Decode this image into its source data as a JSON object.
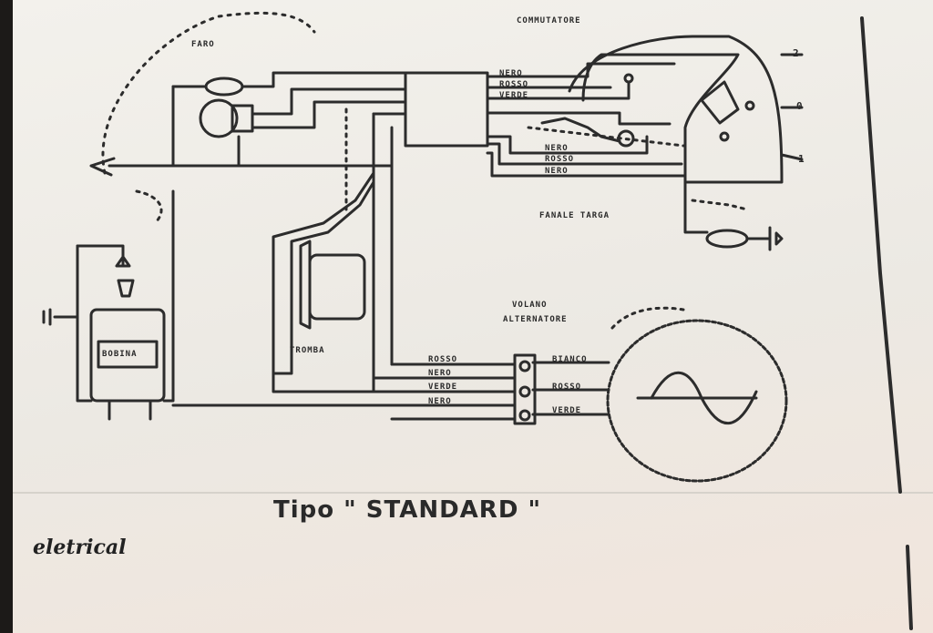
{
  "labels": {
    "faro": "FARO",
    "commutatore": "COMMUTATORE",
    "fanale_targa": "FANALE TARGA",
    "volano_alternatore_1": "VOLANO",
    "volano_alternatore_2": "ALTERNATORE",
    "bobina": "BOBINA",
    "tromba": "TROMBA",
    "terminal_2": "2",
    "terminal_0": "0",
    "terminal_1": "1"
  },
  "wire_colors": {
    "commutatore_in": [
      "NERO",
      "ROSSO",
      "VERDE"
    ],
    "commutatore_mid": [
      "NERO",
      "ROSSO",
      "NERO"
    ],
    "alternatore_in": [
      "ROSSO",
      "NERO",
      "VERDE",
      "NERO"
    ],
    "alternatore_out": [
      "BIANCO",
      "ROSSO",
      "VERDE"
    ]
  },
  "title": "Tipo \" STANDARD \"",
  "brand": "eletrical",
  "colors": {
    "paper": "#efece6",
    "ink": "#2a2a2a",
    "background": "#1c1a18"
  }
}
